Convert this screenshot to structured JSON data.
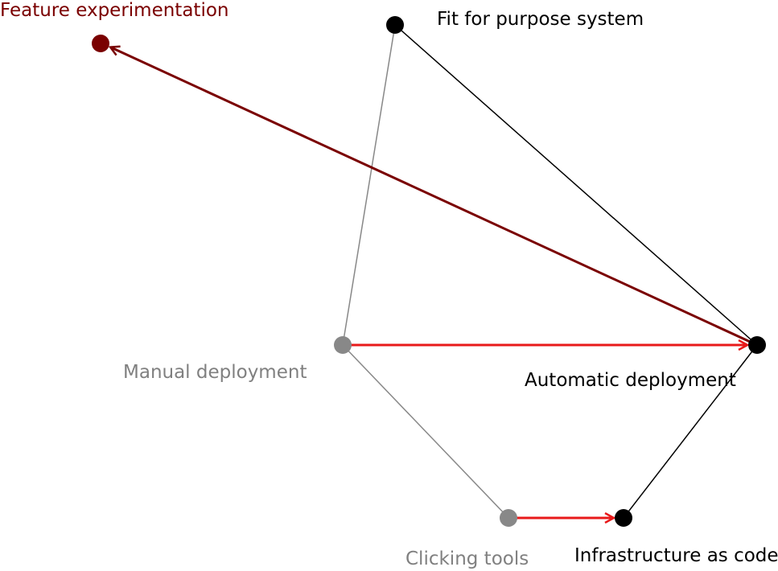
{
  "colors": {
    "dark_red": "#7a0000",
    "gray": "#888888",
    "black": "#000000",
    "red": "#e8191a"
  },
  "nodes": {
    "feature": {
      "label": "Feature experimentation",
      "color": "#7a0000"
    },
    "fit": {
      "label": "Fit for purpose system",
      "color": "#000000"
    },
    "manual": {
      "label": "Manual deployment",
      "color": "#808080"
    },
    "automatic": {
      "label": "Automatic deployment",
      "color": "#000000"
    },
    "clicking": {
      "label": "Clicking tools",
      "color": "#808080"
    },
    "iac": {
      "label": "Infrastructure as code",
      "color": "#000000"
    }
  }
}
